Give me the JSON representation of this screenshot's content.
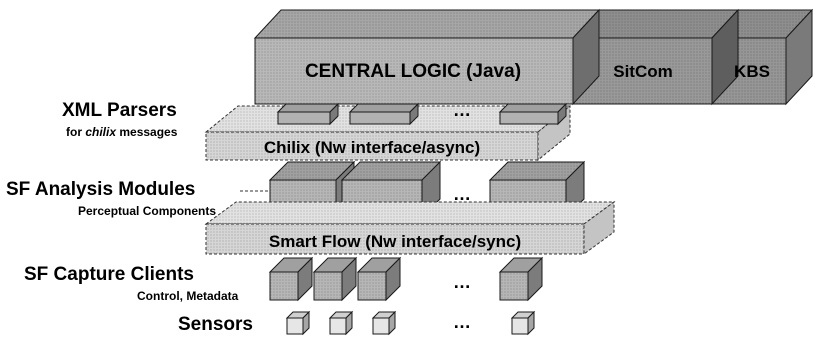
{
  "top_blocks": {
    "central_logic": "CENTRAL LOGIC (Java)",
    "sitcom": "SitCom",
    "kbs": "KBS"
  },
  "layers": {
    "xml_parsers": {
      "title": "XML Parsers",
      "subtitle_prefix": "for ",
      "subtitle_italic": "chilix",
      "subtitle_suffix": " messages"
    },
    "chilix_bus": "Chilix (Nw interface/async)",
    "sf_analysis": {
      "title": "SF Analysis Modules",
      "subtitle": "Perceptual Components"
    },
    "smart_flow_bus": "Smart Flow (Nw interface/sync)",
    "sf_capture": {
      "title": "SF Capture Clients",
      "subtitle": "Control, Metadata"
    },
    "sensors": {
      "title": "Sensors"
    }
  },
  "ellipsis": "…",
  "colors": {
    "block_face": "#b4b4b4",
    "block_top": "#9e9e9e",
    "block_side": "#7a7a7a",
    "dark_face": "#8c8c8c",
    "bus_fill": "#dcdcdc",
    "outline": "#1a1a1a"
  }
}
